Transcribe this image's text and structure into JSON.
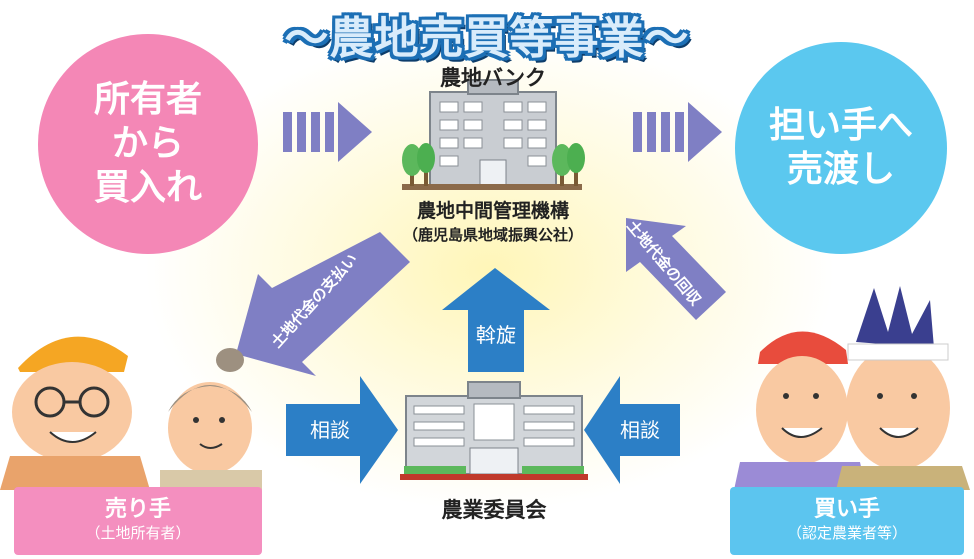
{
  "title": "～農地売買等事業～",
  "seller_circle": {
    "lines": [
      "所有者",
      "から",
      "買入れ"
    ]
  },
  "buyer_circle": {
    "lines": [
      "担い手へ",
      "売渡し"
    ]
  },
  "bank": {
    "label": "農地バンク",
    "org_name": "農地中間管理機構",
    "org_sub": "（鹿児島県地域振興公社）"
  },
  "committee": {
    "label": "農業委員会"
  },
  "arrows": {
    "mediation": "斡旋",
    "consult_left": "相談",
    "consult_right": "相談",
    "payment": "土地代金の支払い",
    "collection": "土地代金の回収"
  },
  "seller_box": {
    "title": "売り手",
    "sub": "（土地所有者）"
  },
  "buyer_box": {
    "title": "買い手",
    "sub": "（認定農業者等）"
  },
  "colors": {
    "title_outline": "#1c6fb5",
    "seller": "#f487b6",
    "buyer": "#5bc8ef",
    "arrow_purple": "#7f7fc4",
    "arrow_blue": "#2c7fc6",
    "glow": "#fff6b8"
  }
}
